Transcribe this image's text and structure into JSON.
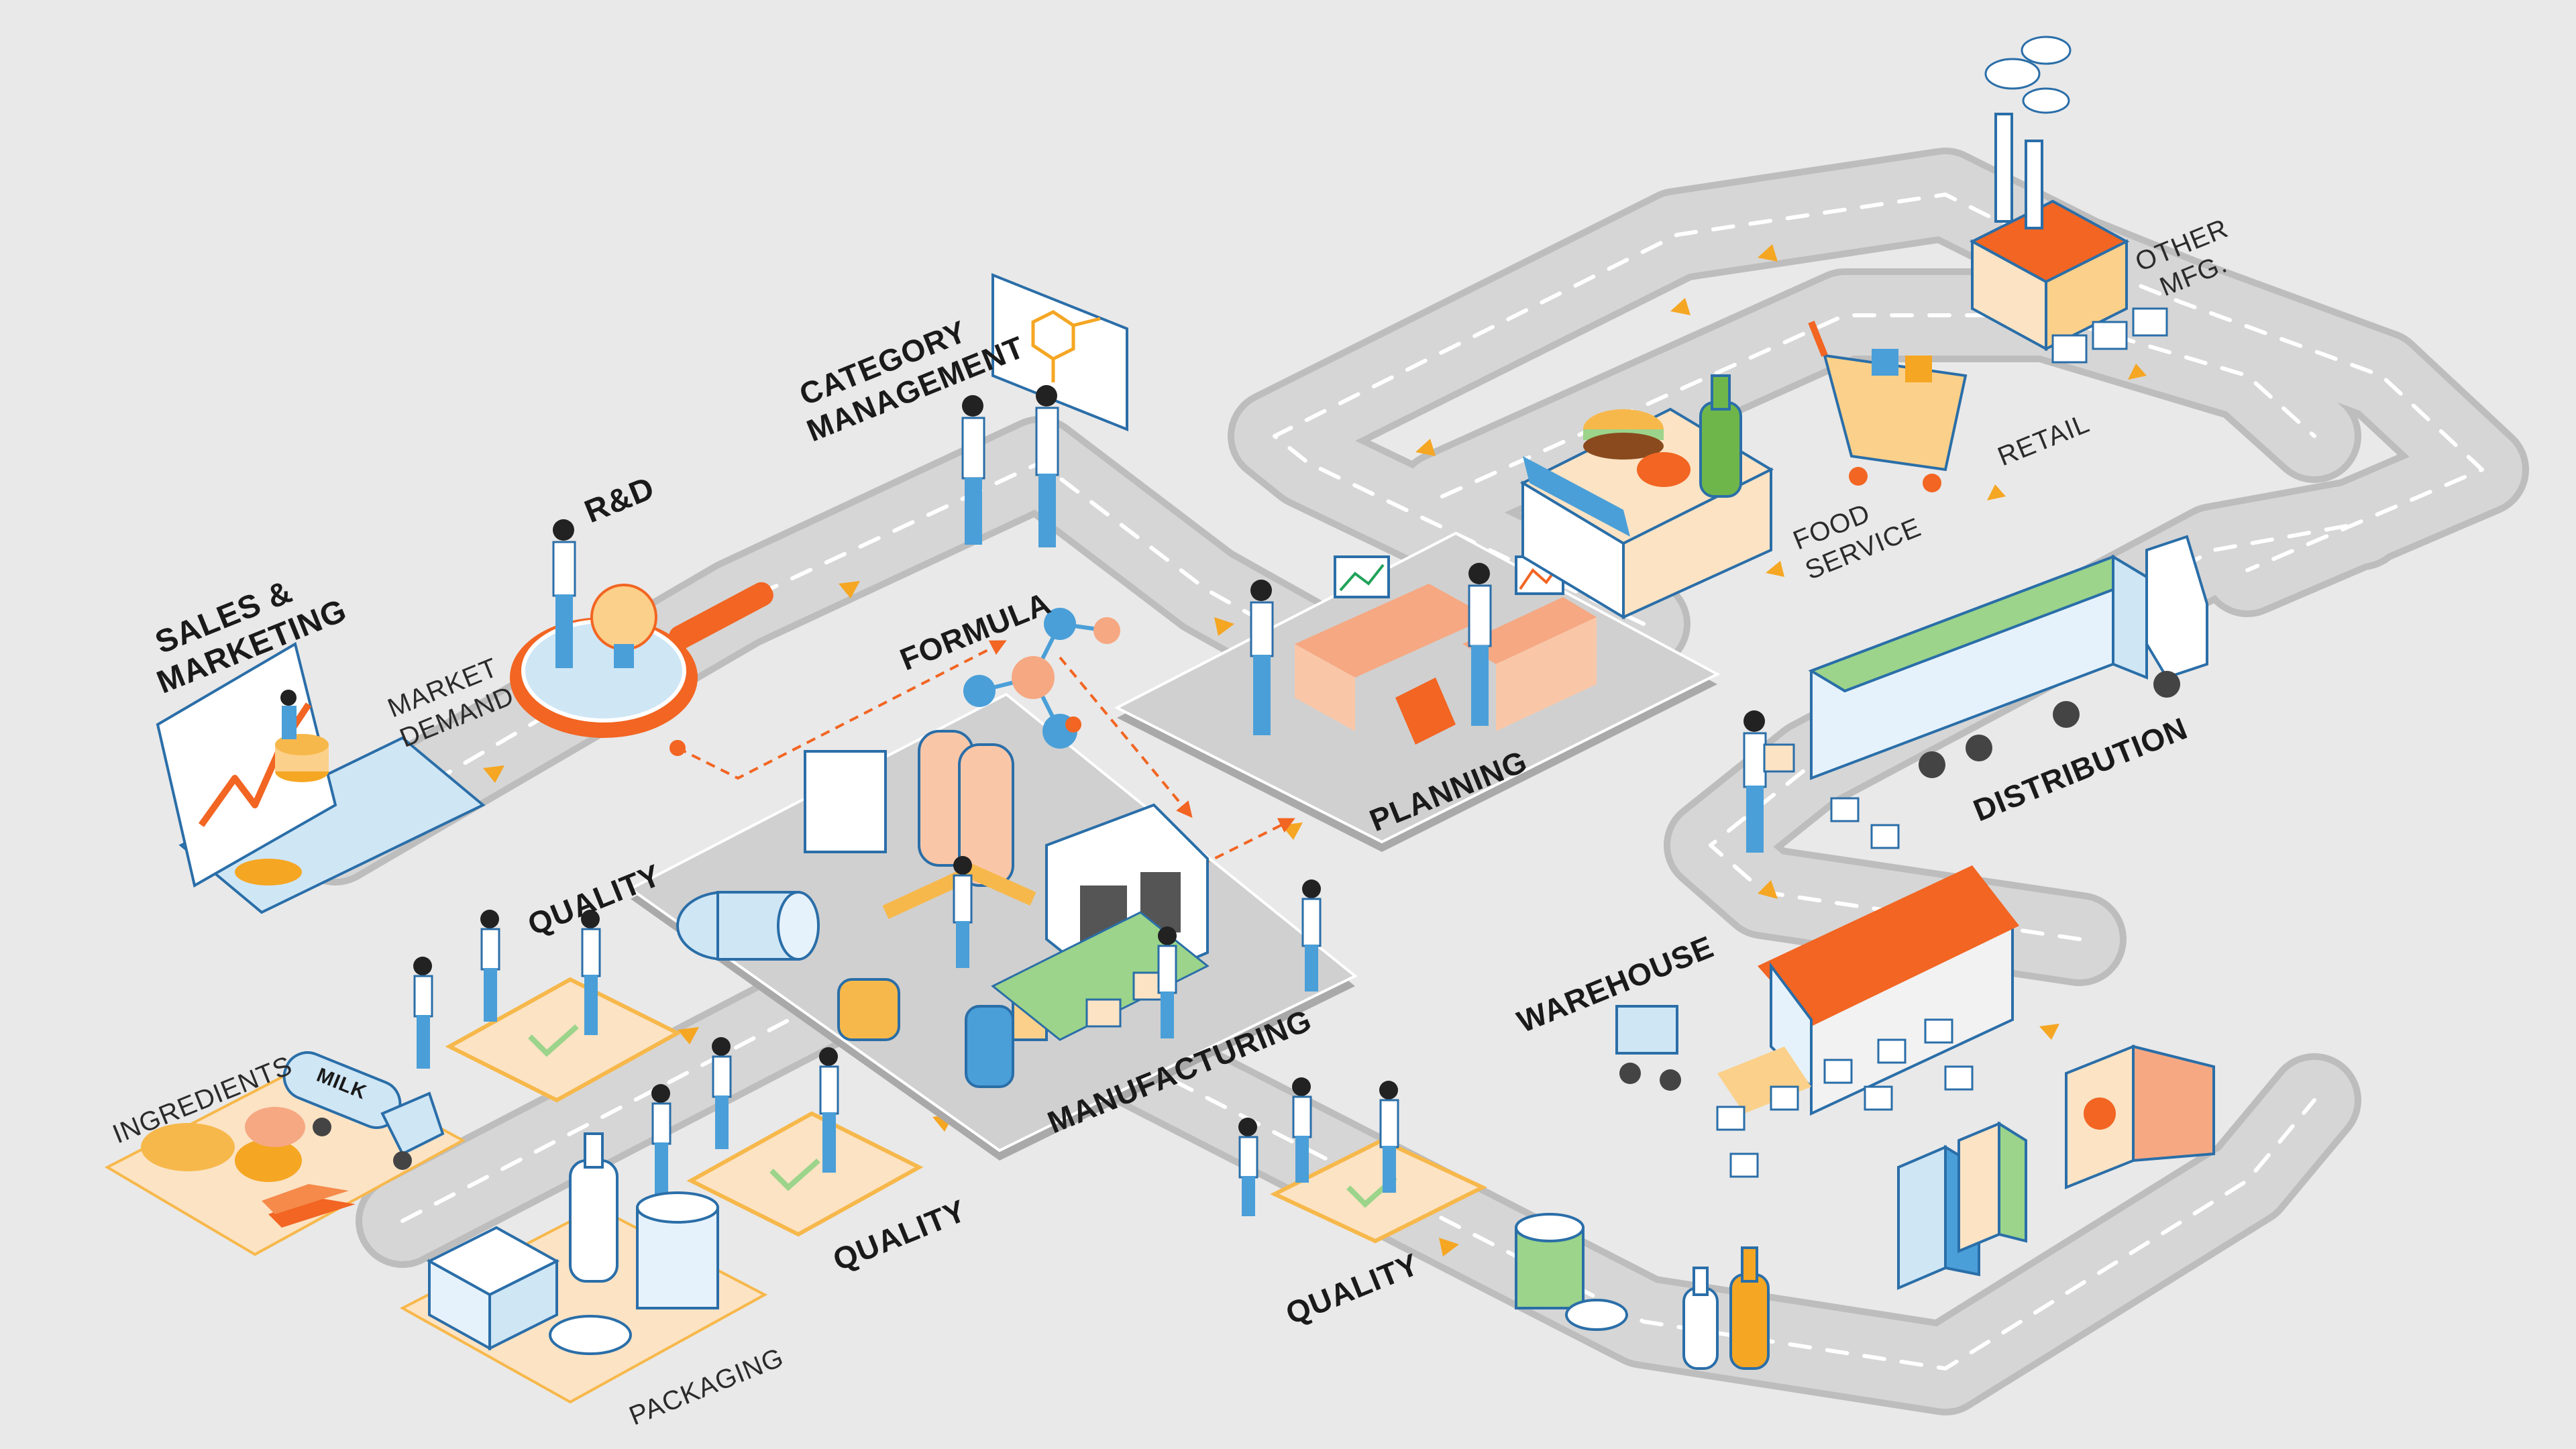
{
  "labels": {
    "sales_marketing_1": "SALES &",
    "sales_marketing_2": "MARKETING",
    "market_demand_1": "MARKET",
    "market_demand_2": "DEMAND",
    "rnd": "R&D",
    "category_mgmt_1": "CATEGORY",
    "category_mgmt_2": "MANAGEMENT",
    "formula": "FORMULA",
    "planning": "PLANNING",
    "manufacturing": "MANUFACTURING",
    "quality": "QUALITY",
    "ingredients": "INGREDIENTS",
    "packaging": "PACKAGING",
    "warehouse": "WAREHOUSE",
    "distribution": "DISTRIBUTION",
    "food_service_1": "FOOD",
    "food_service_2": "SERVICE",
    "retail": "RETAIL",
    "other_mfg_1": "OTHER",
    "other_mfg_2": "MFG.",
    "milk": "MILK"
  },
  "colors": {
    "background": "#e9e9e9",
    "road": "#d3d3d3",
    "road_edge": "#bdbdbd",
    "accent_orange": "#f26522",
    "arrow_yellow": "#f5a623",
    "blue": "#4a9fd8",
    "light_blue": "#cfe6f5",
    "cream": "#fbe3c4",
    "green": "#9bd48a",
    "platform": "#d0d0d0"
  }
}
